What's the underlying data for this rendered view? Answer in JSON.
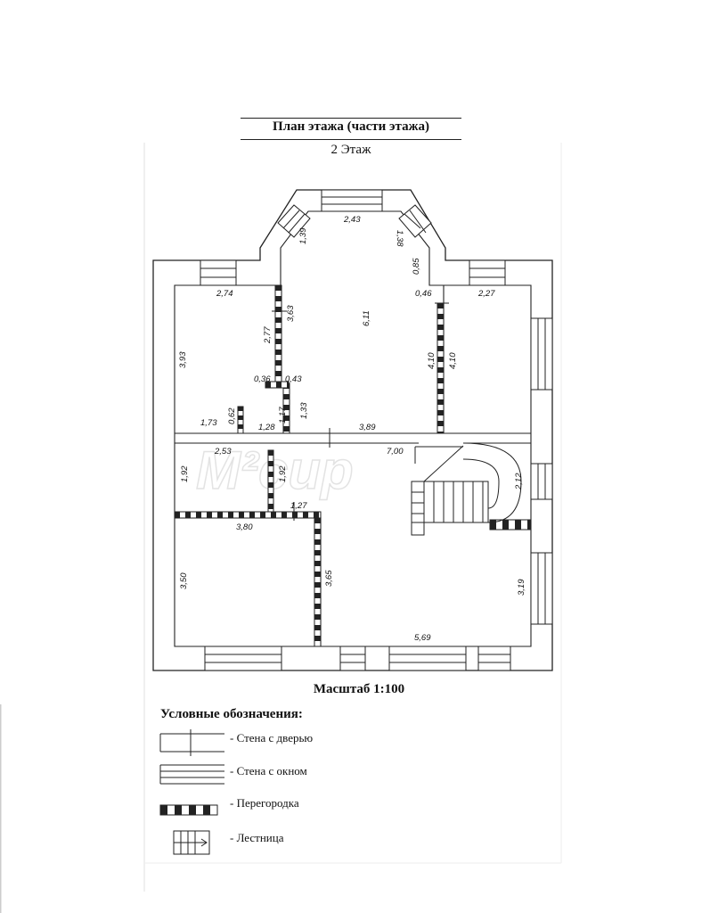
{
  "header": {
    "title": "План этажа (части этажа)",
    "floor": "2 Этаж"
  },
  "watermark": "M²cup",
  "dimensions": {
    "d_2_43": "2,43",
    "d_1_39": "1,39",
    "d_1_38": "1,38",
    "d_0_85": "0,85",
    "d_0_46": "0,46",
    "d_2_27": "2,27",
    "d_2_74": "2,74",
    "d_3_63": "3,63",
    "d_2_77": "2,77",
    "d_6_11": "6,11",
    "d_3_93": "3,93",
    "d_4_10_a": "4,10",
    "d_4_10_b": "4,10",
    "d_0_36": "0,36",
    "d_0_43": "0,43",
    "d_0_62": "0,62",
    "d_1_17": "1,17",
    "d_1_33": "1,33",
    "d_1_73": "1,73",
    "d_1_28": "1,28",
    "d_3_89": "3,89",
    "d_2_53": "2,53",
    "d_7_00": "7,00",
    "d_1_92_a": "1,92",
    "d_1_92_b": "1,92",
    "d_2_12": "2,12",
    "d_1_27": "1,27",
    "d_3_80": "3,80",
    "d_3_50": "3,50",
    "d_3_65": "3,65",
    "d_3_19": "3,19",
    "d_5_69": "5,69"
  },
  "footer": {
    "scale": "Масштаб 1:100"
  },
  "legend": {
    "title": "Условные обозначения:",
    "items": [
      "- Стена с дверью",
      "- Стена с окном",
      "- Перегородка",
      "- Лестница"
    ]
  }
}
